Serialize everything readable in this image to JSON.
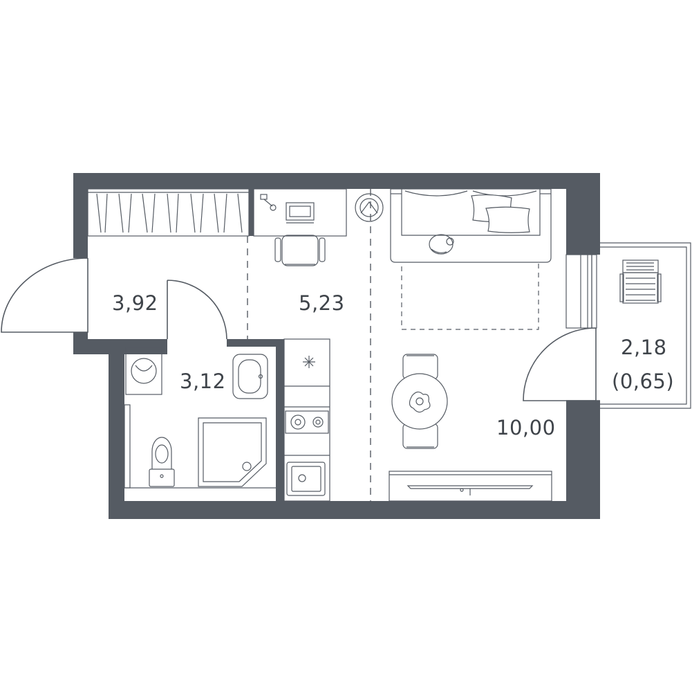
{
  "plan": {
    "colors": {
      "wall": "#555b63",
      "line": "#555b63",
      "text": "#3f444a"
    },
    "rooms": [
      {
        "id": "hall",
        "area": "3,92"
      },
      {
        "id": "bathroom",
        "area": "3,12"
      },
      {
        "id": "study",
        "area": "5,23"
      },
      {
        "id": "living-kitchen",
        "area": "10,00"
      },
      {
        "id": "balcony",
        "area": "2,18",
        "reduced_area": "(0,65)"
      }
    ],
    "icons": [
      "wardrobe-icon",
      "door-icon",
      "washing-machine-icon",
      "sink-icon",
      "toilet-icon",
      "shower-tray-icon",
      "desk-icon",
      "laptop-icon",
      "office-chair-icon",
      "plant-icon",
      "sofa-icon",
      "pillow-icon",
      "cat-icon",
      "rug-icon",
      "fridge-icon",
      "stove-icon",
      "kitchen-sink-icon",
      "dining-table-icon",
      "dining-chair-icon",
      "tv-stand-icon",
      "balcony-chair-icon"
    ]
  }
}
